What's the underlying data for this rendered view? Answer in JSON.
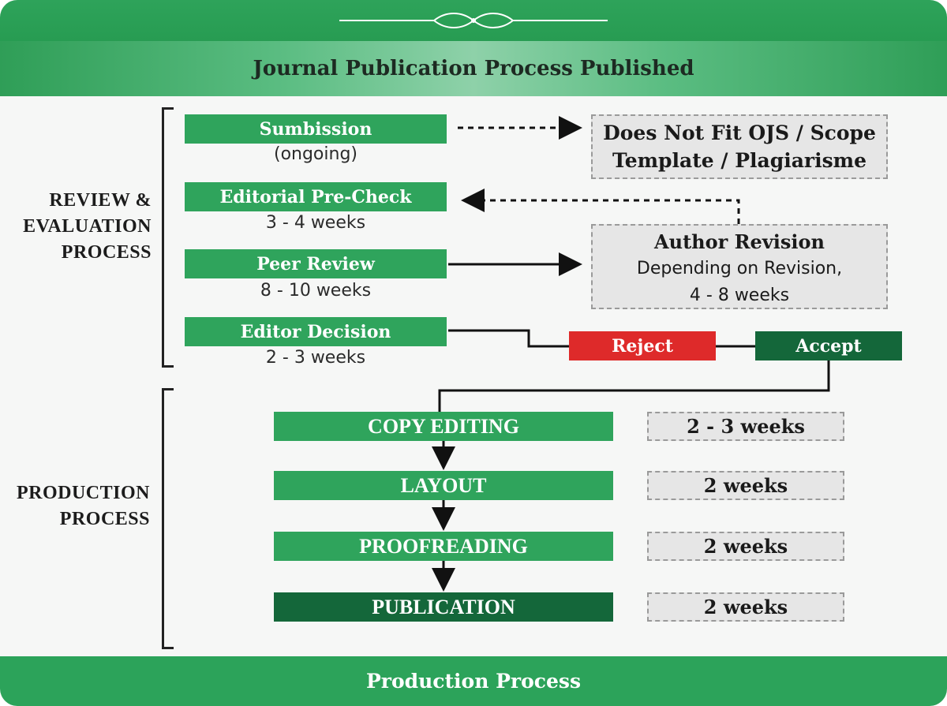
{
  "title": "Journal Publication Process Published",
  "footer": "Production Process",
  "sections": {
    "review": [
      "REVIEW &",
      "EVALUATION",
      "PROCESS"
    ],
    "production": [
      "PRODUCTION",
      "PROCESS"
    ]
  },
  "review_steps": [
    {
      "label": "Sumbission",
      "sub": "(ongoing)"
    },
    {
      "label": "Editorial Pre-Check",
      "sub": "3 - 4 weeks"
    },
    {
      "label": "Peer Review",
      "sub": "8 - 10 weeks"
    },
    {
      "label": "Editor Decision",
      "sub": "2 - 3 weeks"
    }
  ],
  "scope_box": [
    "Does Not Fit OJS / Scope",
    "Template / Plagiarisme"
  ],
  "author_revision": {
    "title": "Author Revision",
    "lines": [
      "Depending on Revision,",
      "4 - 8 weeks"
    ]
  },
  "decisions": {
    "reject": "Reject",
    "accept": "Accept"
  },
  "production_steps": [
    {
      "label": "COPY EDITING",
      "duration": "2 - 3 weeks"
    },
    {
      "label": "LAYOUT",
      "duration": "2 weeks"
    },
    {
      "label": "PROOFREADING",
      "duration": "2 weeks"
    },
    {
      "label": "PUBLICATION",
      "duration": "2 weeks"
    }
  ],
  "colors": {
    "green": "#2fa45c",
    "dark_green": "#14673a",
    "red": "#de2a2a",
    "gray_box": "#e6e6e6"
  }
}
